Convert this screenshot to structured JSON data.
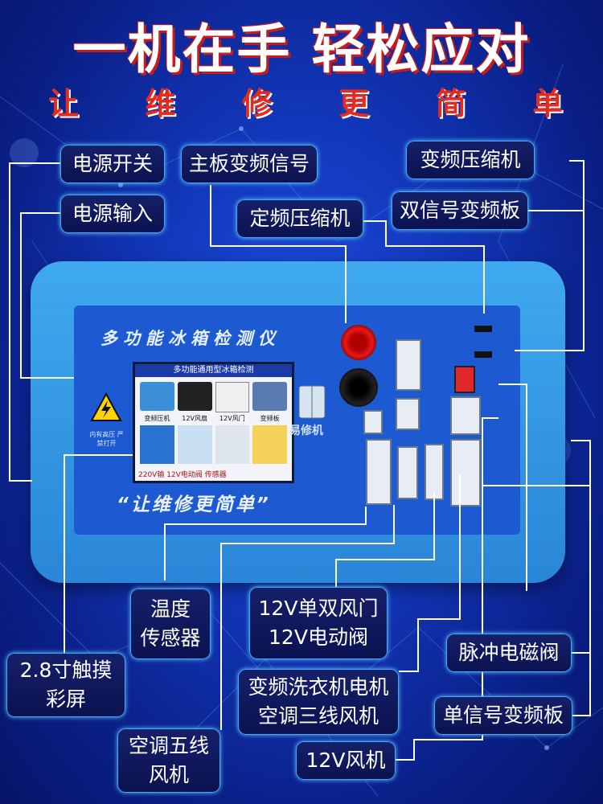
{
  "title": "一机在手  轻松应对",
  "subtitle": [
    "让",
    "维",
    "修",
    "更",
    "简",
    "单"
  ],
  "device": {
    "panel_title": "多功能冰箱检测仪",
    "screen_title": "多功能通用型冰箱检测",
    "screen_items": [
      "变频压机",
      "12V风扇",
      "12V风门",
      "变频板"
    ],
    "screen_footer": "220V输  12V电动阀  传感器",
    "warning_text": "内有高压 严禁打开",
    "brand": "易修机",
    "slogan": "“让维修更简单”"
  },
  "labels": {
    "power_switch": "电源开关",
    "mainboard_signal": "主板变频信号",
    "fixed_compressor": "定频压缩机",
    "inverter_compressor": "变频压缩机",
    "dual_signal_board": "双信号变频板",
    "power_input": "电源输入",
    "temp_sensor": "温度\n传感器",
    "touch_screen": "2.8寸触摸\n彩屏",
    "ac_five_wire": "空调五线\n风机",
    "damper_valve": "12V单双风门\n12V电动阀",
    "washer_motor": "变频洗衣机电机\n空调三线风机",
    "fan_12v": "12V风机",
    "pulse_valve": "脉冲电磁阀",
    "single_signal_board": "单信号变频板"
  },
  "colors": {
    "title": "#ffffff",
    "title_shadow": "#c81b1b",
    "subtitle": "#e52a1e",
    "device_body": "#3fa9ef",
    "label_bg": "#0b1250"
  }
}
